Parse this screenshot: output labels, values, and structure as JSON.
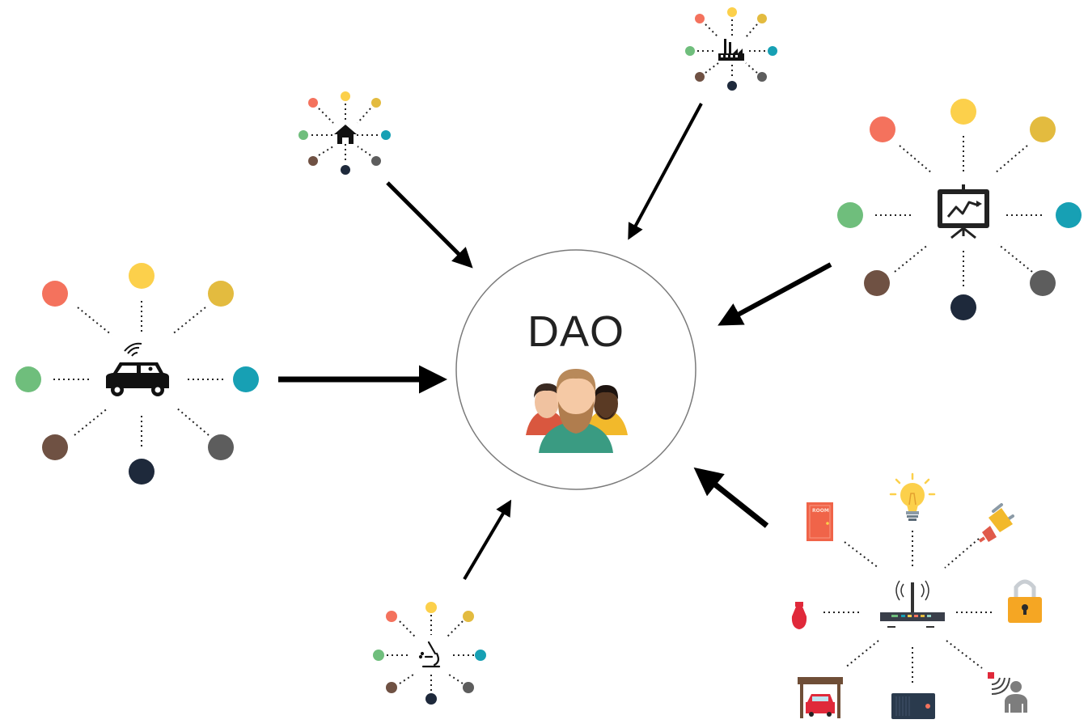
{
  "center": {
    "title": "DAO",
    "members_icon": "people-group-icon",
    "ring_color": "#7a7a7a"
  },
  "palette": {
    "red": "#f4725d",
    "yellow": "#fcd04b",
    "mustard": "#e3bb3f",
    "teal": "#17a0b4",
    "gray": "#5d5d5d",
    "navy": "#1e293b",
    "brown": "#6f5143",
    "green": "#6fbe7c"
  },
  "clusters": [
    {
      "id": "home",
      "icon": "house-icon"
    },
    {
      "id": "factory",
      "icon": "factory-icon"
    },
    {
      "id": "presentation",
      "icon": "presentation-board-icon"
    },
    {
      "id": "car",
      "icon": "connected-car-icon"
    },
    {
      "id": "lab",
      "icon": "microscope-icon"
    },
    {
      "id": "smart-home",
      "icon": "wifi-router-icon",
      "devices": [
        "door-icon",
        "light-bulb-icon",
        "power-plug-icon",
        "padlock-icon",
        "thermometer-icon",
        "garage-icon",
        "server-icon",
        "motion-sensor-icon"
      ],
      "door_label": "ROOM"
    }
  ],
  "arrow_color": "#000000"
}
